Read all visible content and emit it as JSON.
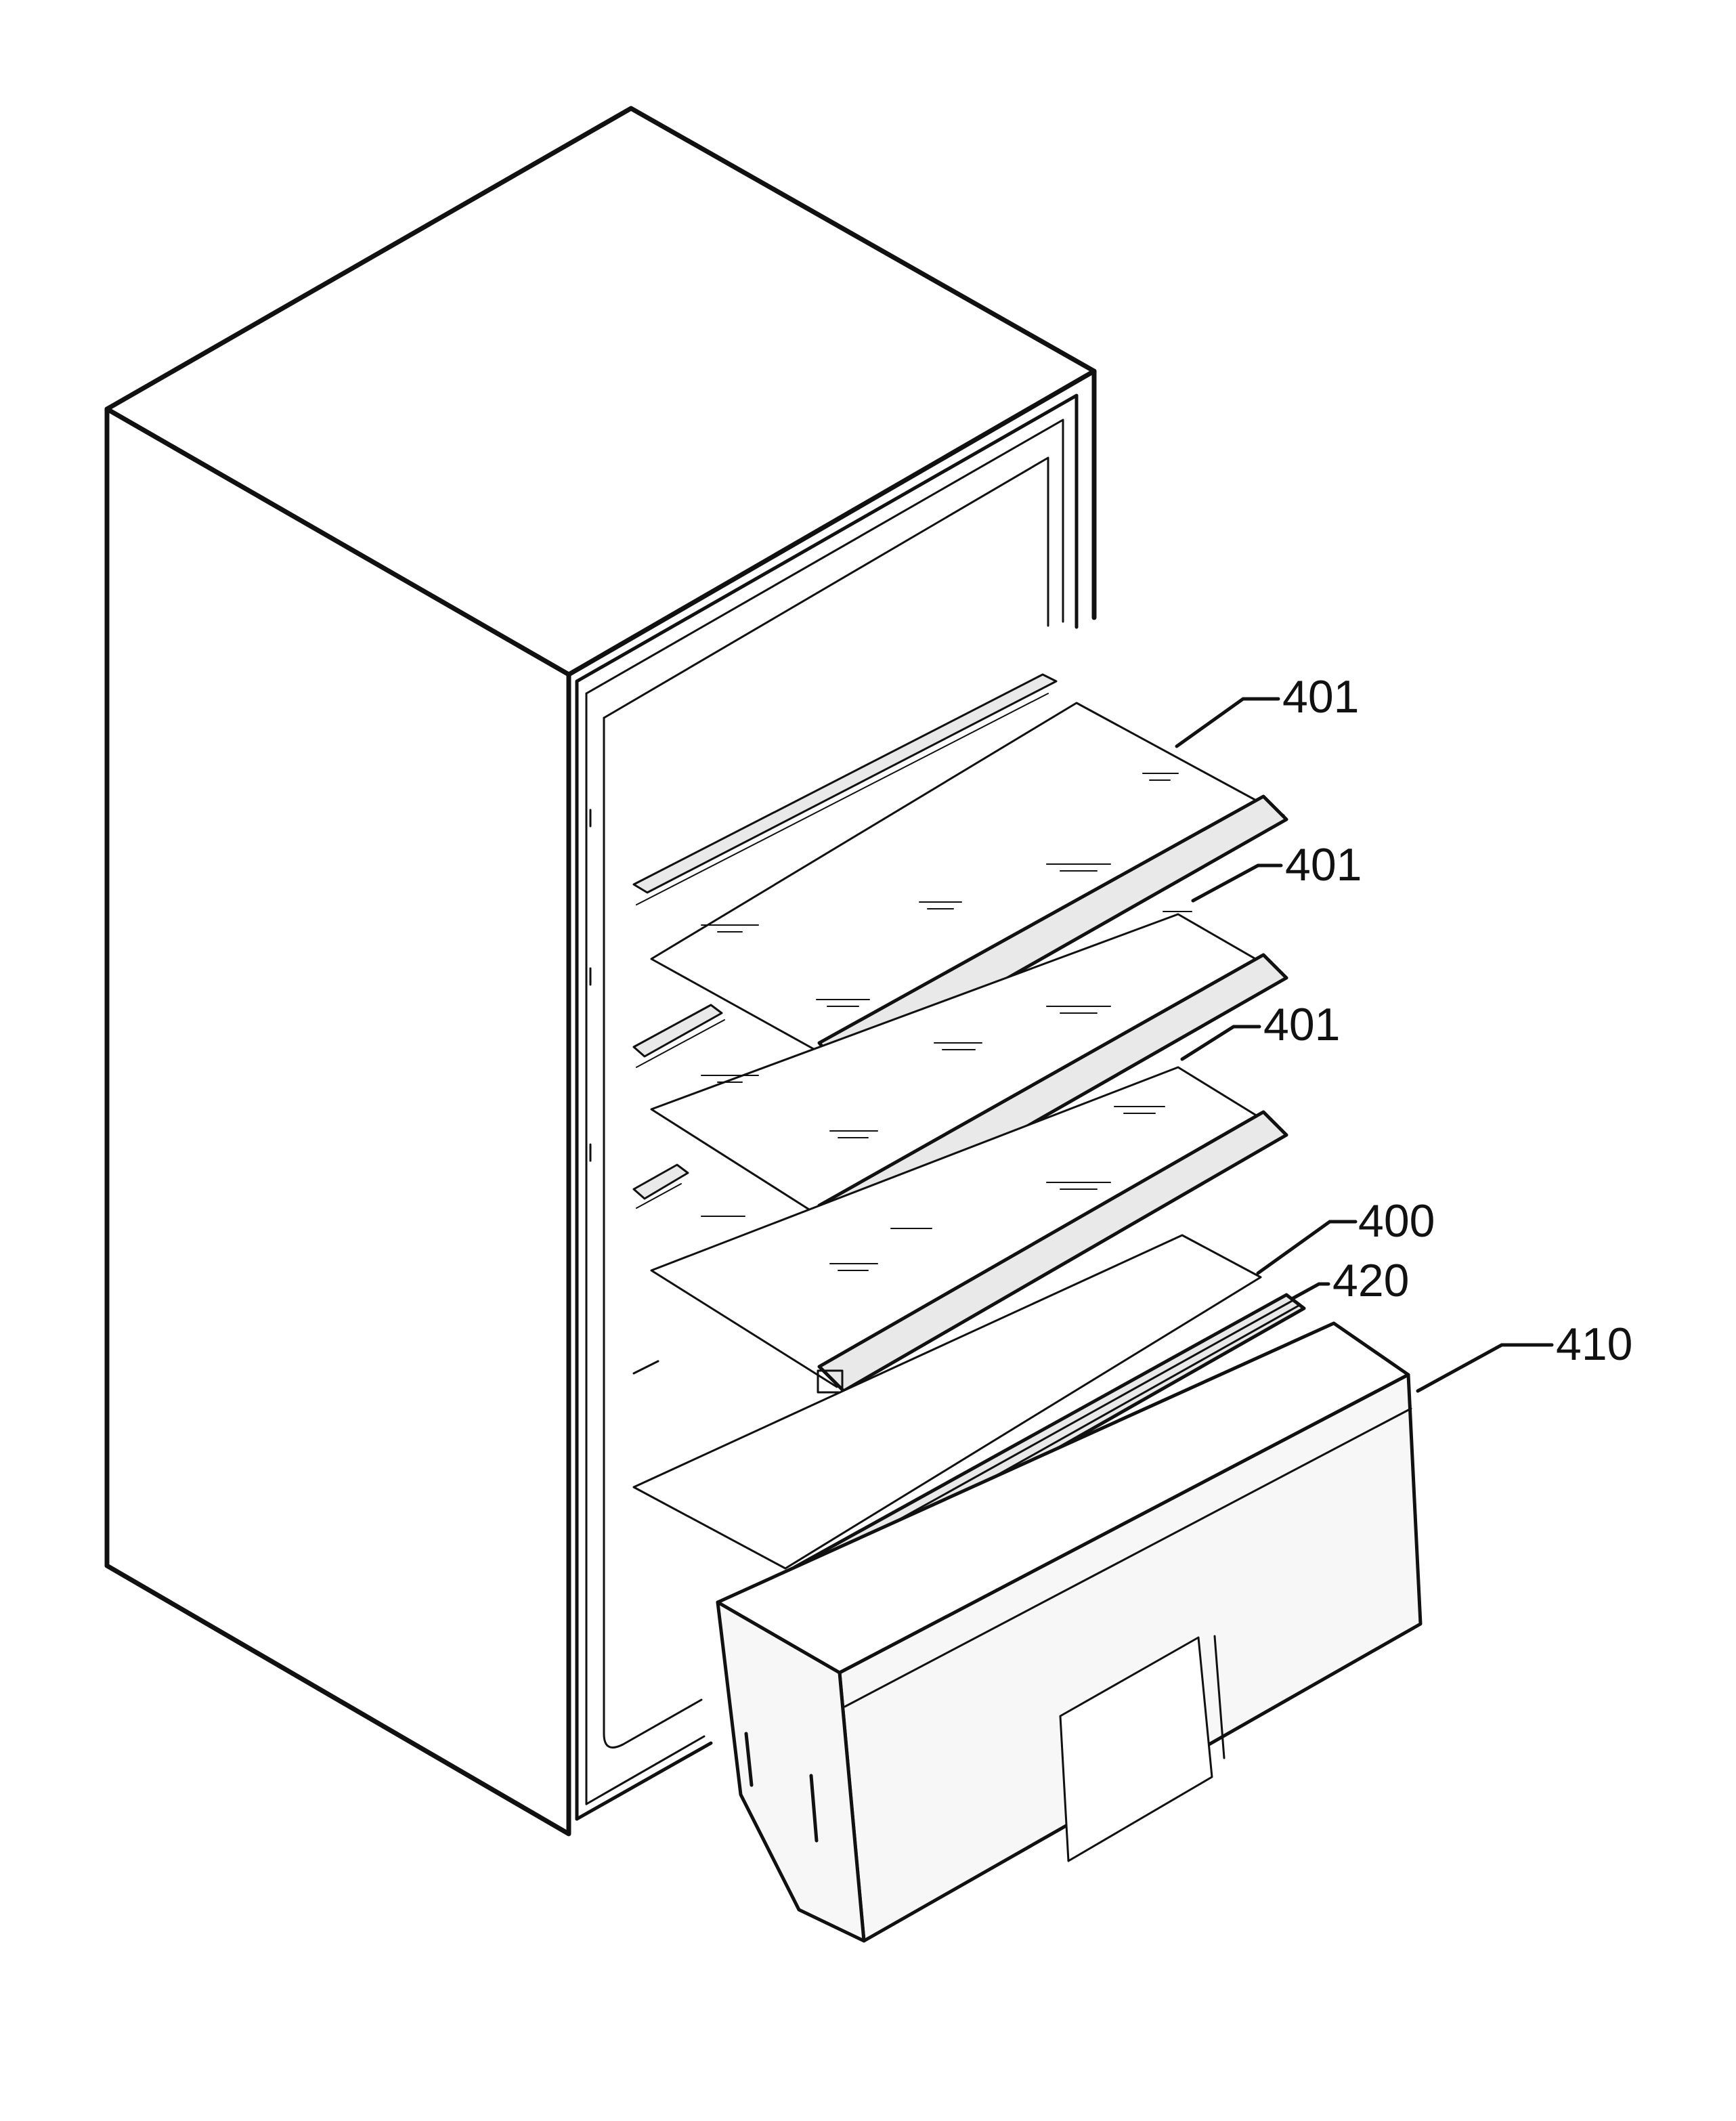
{
  "colors": {
    "line": "#111111",
    "background": "#ffffff"
  },
  "labels": {
    "shelf_top": "401",
    "shelf_middle": "401",
    "shelf_bottom": "401",
    "bottom_panel": "400",
    "drawer_rail": "420",
    "drawer": "410"
  }
}
